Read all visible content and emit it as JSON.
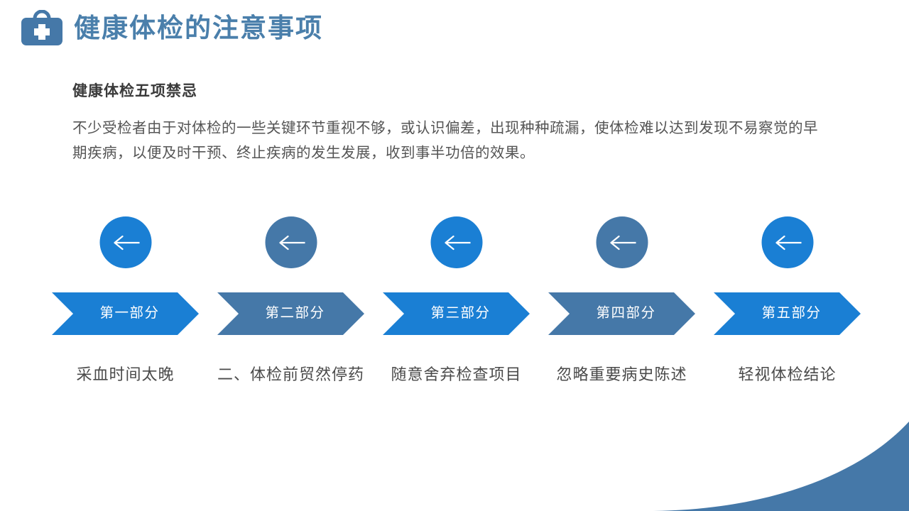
{
  "slide": {
    "title": "健康体检的注意事项",
    "logo_icon": "medical-bag-icon"
  },
  "content": {
    "heading": "健康体检五项禁忌",
    "paragraph": "不少受检者由于对体检的一些关键环节重视不够，或认识偏差，出现种种疏漏，使体检难以达到发现不易察觉的早期疾病，以便及时干预、终止疾病的发生发展，收到事半功倍的效果。"
  },
  "process": {
    "steps": [
      {
        "chevron_label": "第一部分",
        "caption": "采血时间太晚",
        "color": "#1a7fd4",
        "arrow_icon": "arrow-left-icon"
      },
      {
        "chevron_label": "第二部分",
        "caption": "二、体检前贸然停药",
        "color": "#4578a8",
        "arrow_icon": "arrow-left-icon"
      },
      {
        "chevron_label": "第三部分",
        "caption": "随意舍弃检查项目",
        "color": "#1a7fd4",
        "arrow_icon": "arrow-left-icon"
      },
      {
        "chevron_label": "第四部分",
        "caption": "忽略重要病史陈述",
        "color": "#4578a8",
        "arrow_icon": "arrow-left-icon"
      },
      {
        "chevron_label": "第五部分",
        "caption": "轻视体检结论",
        "color": "#1a7fd4",
        "arrow_icon": "arrow-left-icon"
      }
    ]
  },
  "theme": {
    "accent_bright": "#1a7fd4",
    "accent_steel": "#4578a8",
    "title_color": "#4a7fab",
    "background": "#ffffff",
    "swoosh_color": "#4578a8"
  }
}
